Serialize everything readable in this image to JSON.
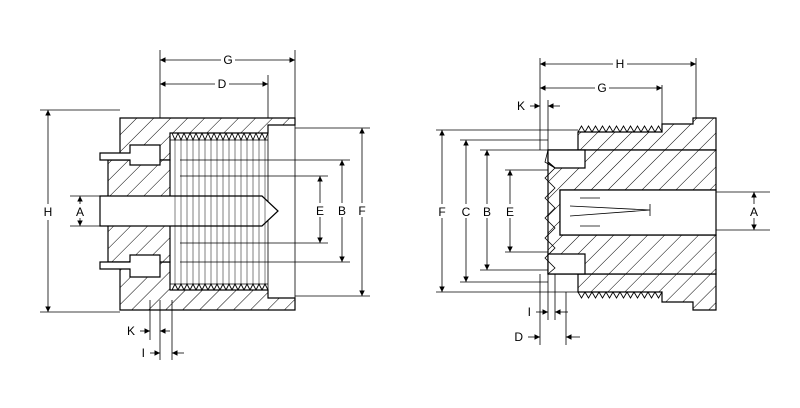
{
  "left_view": {
    "dims": {
      "G": "G",
      "D": "D",
      "H": "H",
      "A": "A",
      "E": "E",
      "B": "B",
      "F": "F",
      "K": "K",
      "I": "I"
    }
  },
  "right_view": {
    "dims": {
      "H": "H",
      "G": "G",
      "K": "K",
      "F": "F",
      "C": "C",
      "B": "B",
      "E": "E",
      "A": "A",
      "I": "I",
      "D": "D"
    }
  }
}
